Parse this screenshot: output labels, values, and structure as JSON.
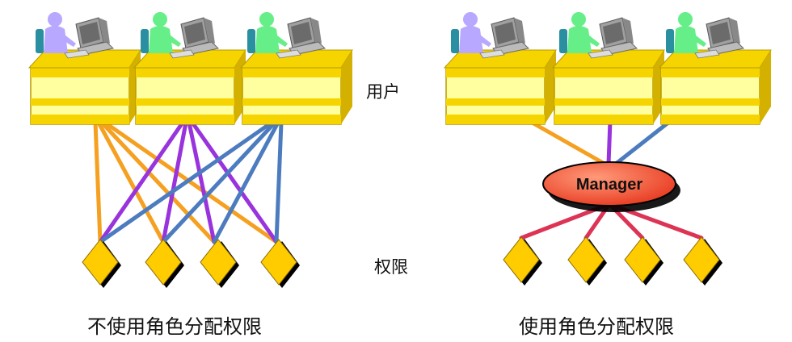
{
  "labels": {
    "users": "用户",
    "permissions": "权限",
    "manager": "Manager"
  },
  "captions": {
    "without_roles": "不使用角色分配权限",
    "with_roles": "使用角色分配权限"
  },
  "colors": {
    "desk_yellow": "#f5d400",
    "desk_light": "#ffffa0",
    "diamond_yellow": "#ffcc00",
    "manager_fill": "#ff5a3c",
    "line_orange": "#f5a020",
    "line_purple": "#9933dd",
    "line_blue": "#4c7cbf",
    "line_red": "#dd3355",
    "person_1": "#b8a8ff",
    "person_2": "#66ee88",
    "person_3": "#66ee88"
  }
}
